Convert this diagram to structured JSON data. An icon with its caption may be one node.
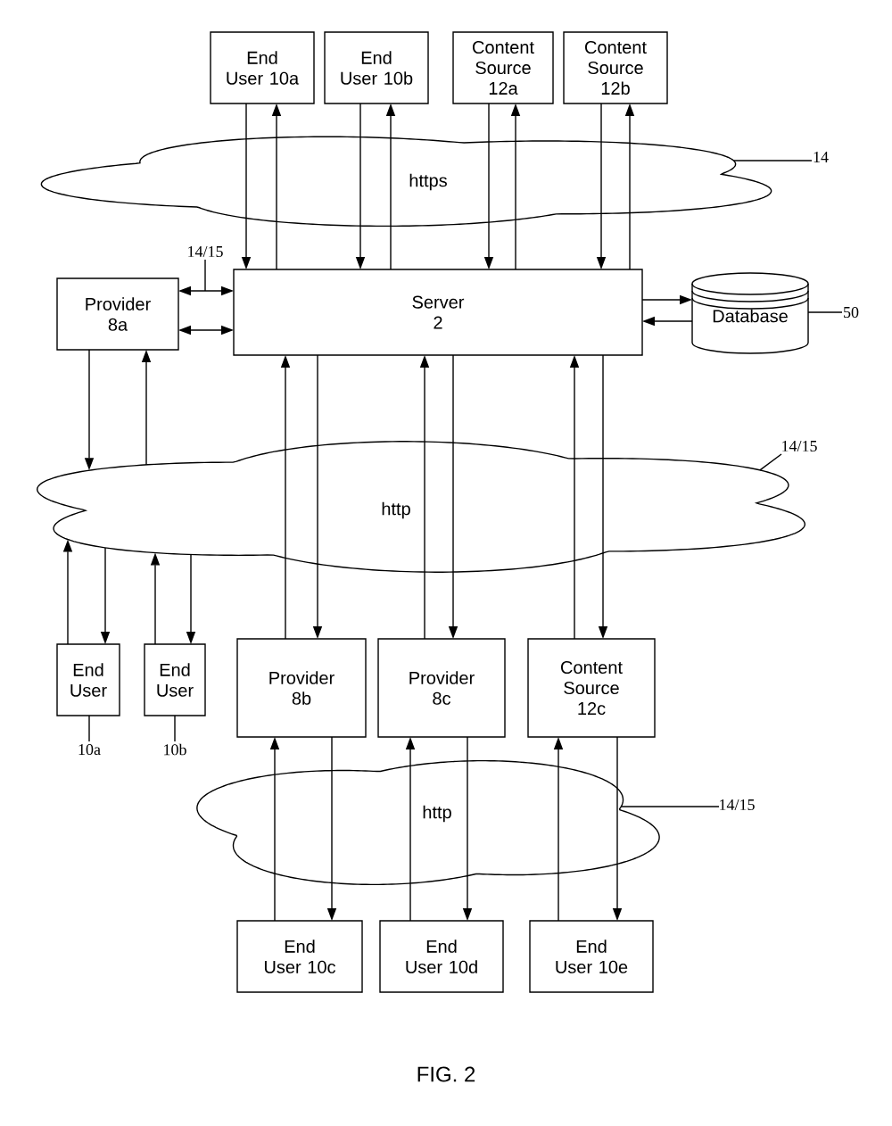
{
  "diagram": {
    "caption": "FIG. 2",
    "nodes": [
      {
        "text": [
          "End User 10a"
        ]
      },
      {
        "text": [
          "End User 10b"
        ]
      },
      {
        "text": [
          "Content Source 12a"
        ]
      },
      {
        "text": [
          "Content Source 12b"
        ]
      },
      {
        "text": [
          "https"
        ]
      },
      {
        "text": [
          "14"
        ]
      },
      {
        "text": [
          "Provider 8a"
        ]
      },
      {
        "text": [
          "Server 2"
        ]
      },
      {
        "text": [
          "Database"
        ]
      },
      {
        "text": [
          "50"
        ]
      },
      {
        "text": [
          "14/15"
        ]
      },
      {
        "text": [
          "http"
        ]
      },
      {
        "text": [
          "14/15"
        ]
      },
      {
        "text": [
          "End User"
        ]
      },
      {
        "text": [
          "End User"
        ]
      },
      {
        "text": [
          "10a"
        ]
      },
      {
        "text": [
          "10b"
        ]
      },
      {
        "text": [
          "Provider 8b"
        ]
      },
      {
        "text": [
          "Provider 8c"
        ]
      },
      {
        "text": [
          "Content Source 12c"
        ]
      },
      {
        "text": [
          "http"
        ]
      },
      {
        "text": [
          "14/15"
        ]
      },
      {
        "text": [
          "End User 10c"
        ]
      },
      {
        "text": [
          "End User 10d"
        ]
      },
      {
        "text": [
          "End User 10e"
        ]
      }
    ],
    "edges": [
      {
        "from": 0,
        "to": 4,
        "arrow": "none"
      },
      {
        "from": 4,
        "to": 7,
        "arrow": "to"
      },
      {
        "from": 7,
        "to": 4,
        "arrow": "none"
      },
      {
        "from": 4,
        "to": 0,
        "arrow": "to"
      },
      {
        "from": 1,
        "to": 4,
        "arrow": "none"
      },
      {
        "from": 4,
        "to": 7,
        "arrow": "to"
      },
      {
        "from": 7,
        "to": 4,
        "arrow": "none"
      },
      {
        "from": 4,
        "to": 1,
        "arrow": "to"
      },
      {
        "from": 2,
        "to": 4,
        "arrow": "none"
      },
      {
        "from": 4,
        "to": 7,
        "arrow": "to"
      },
      {
        "from": 7,
        "to": 4,
        "arrow": "none"
      },
      {
        "from": 4,
        "to": 2,
        "arrow": "to"
      },
      {
        "from": 3,
        "to": 4,
        "arrow": "none"
      },
      {
        "from": 4,
        "to": 7,
        "arrow": "to"
      },
      {
        "from": 7,
        "to": 4,
        "arrow": "none"
      },
      {
        "from": 4,
        "to": 3,
        "arrow": "to"
      },
      {
        "from": 5,
        "to": 4,
        "arrow": "none"
      },
      {
        "from": 6,
        "to": 7,
        "arrow": "both"
      },
      {
        "from": 6,
        "to": 7,
        "arrow": "both"
      },
      {
        "from": 10,
        "to": null,
        "arrow": "none"
      },
      {
        "from": 7,
        "to": 8,
        "arrow": "to"
      },
      {
        "from": 8,
        "to": 7,
        "arrow": "to"
      },
      {
        "from": 9,
        "to": 8,
        "arrow": "none"
      },
      {
        "from": 6,
        "to": 11,
        "arrow": "to"
      },
      {
        "from": 11,
        "to": 6,
        "arrow": "to"
      },
      {
        "from": 13,
        "to": 11,
        "arrow": "to"
      },
      {
        "from": 11,
        "to": 13,
        "arrow": "to"
      },
      {
        "from": 14,
        "to": 11,
        "arrow": "to"
      },
      {
        "from": 11,
        "to": 14,
        "arrow": "to"
      },
      {
        "from": 12,
        "to": 11,
        "arrow": "none"
      },
      {
        "from": 15,
        "to": 13,
        "arrow": "none"
      },
      {
        "from": 16,
        "to": 14,
        "arrow": "none"
      },
      {
        "from": 17,
        "to": 11,
        "arrow": "none"
      },
      {
        "from": 11,
        "to": 7,
        "arrow": "to"
      },
      {
        "from": 7,
        "to": 11,
        "arrow": "none"
      },
      {
        "from": 11,
        "to": 17,
        "arrow": "to"
      },
      {
        "from": 18,
        "to": 11,
        "arrow": "none"
      },
      {
        "from": 11,
        "to": 7,
        "arrow": "to"
      },
      {
        "from": 7,
        "to": 11,
        "arrow": "none"
      },
      {
        "from": 11,
        "to": 18,
        "arrow": "to"
      },
      {
        "from": 19,
        "to": 11,
        "arrow": "none"
      },
      {
        "from": 11,
        "to": 7,
        "arrow": "to"
      },
      {
        "from": 7,
        "to": 11,
        "arrow": "none"
      },
      {
        "from": 11,
        "to": 19,
        "arrow": "to"
      },
      {
        "from": 21,
        "to": 20,
        "arrow": "none"
      },
      {
        "from": 22,
        "to": 20,
        "arrow": "none"
      },
      {
        "from": 20,
        "to": 17,
        "arrow": "to"
      },
      {
        "from": 17,
        "to": 20,
        "arrow": "none"
      },
      {
        "from": 20,
        "to": 22,
        "arrow": "to"
      },
      {
        "from": 23,
        "to": 20,
        "arrow": "none"
      },
      {
        "from": 20,
        "to": 18,
        "arrow": "to"
      },
      {
        "from": 18,
        "to": 20,
        "arrow": "none"
      },
      {
        "from": 20,
        "to": 23,
        "arrow": "to"
      },
      {
        "from": 24,
        "to": 20,
        "arrow": "none"
      },
      {
        "from": 20,
        "to": 19,
        "arrow": "to"
      },
      {
        "from": 19,
        "to": 20,
        "arrow": "none"
      },
      {
        "from": 20,
        "to": 24,
        "arrow": "to"
      }
    ]
  }
}
